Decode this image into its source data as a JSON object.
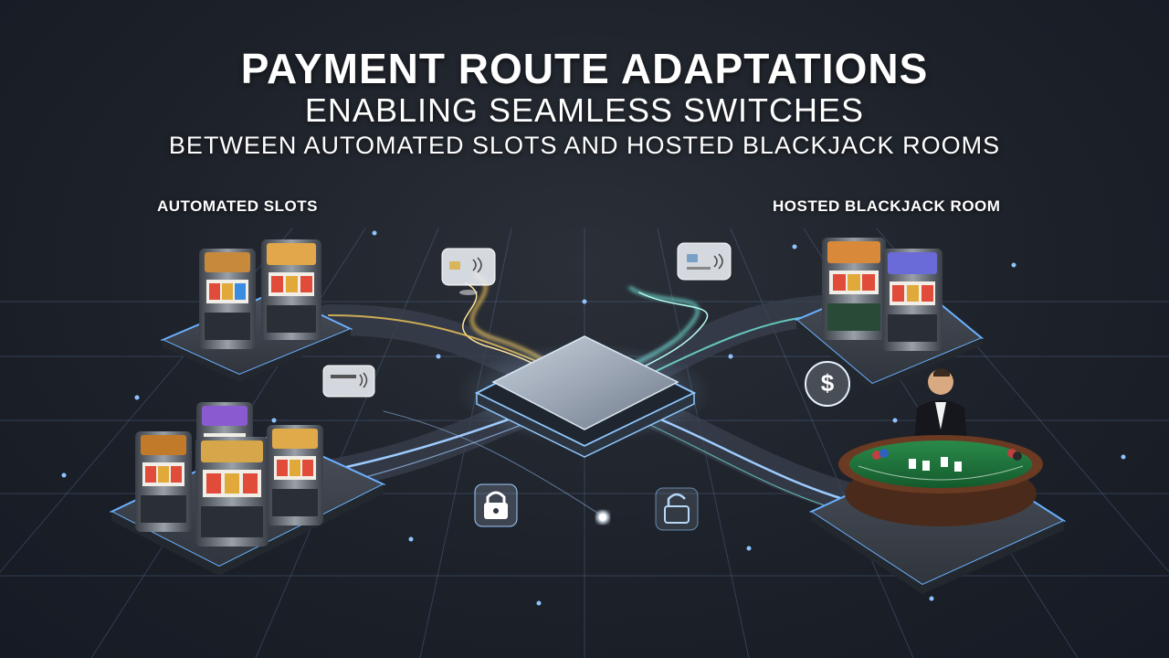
{
  "title": {
    "line1": "Payment Route Adaptations",
    "line2": "Enabling Seamless Switches",
    "line3": "Between Automated Slots and Hosted Blackjack Rooms"
  },
  "zones": {
    "left_label": "Automated Slots",
    "right_label": "Hosted Blackjack Room"
  },
  "icons": {
    "dollar_symbol": "$",
    "card_icon": "credit-card-icon",
    "lock_icon": "padlock-icon",
    "hub_icon": "payment-hub"
  },
  "colors": {
    "gold_route": "#f3c85a",
    "teal_route": "#6fe0d4",
    "blue_route": "#9ecbff",
    "table_felt": "#1f6e3a"
  }
}
